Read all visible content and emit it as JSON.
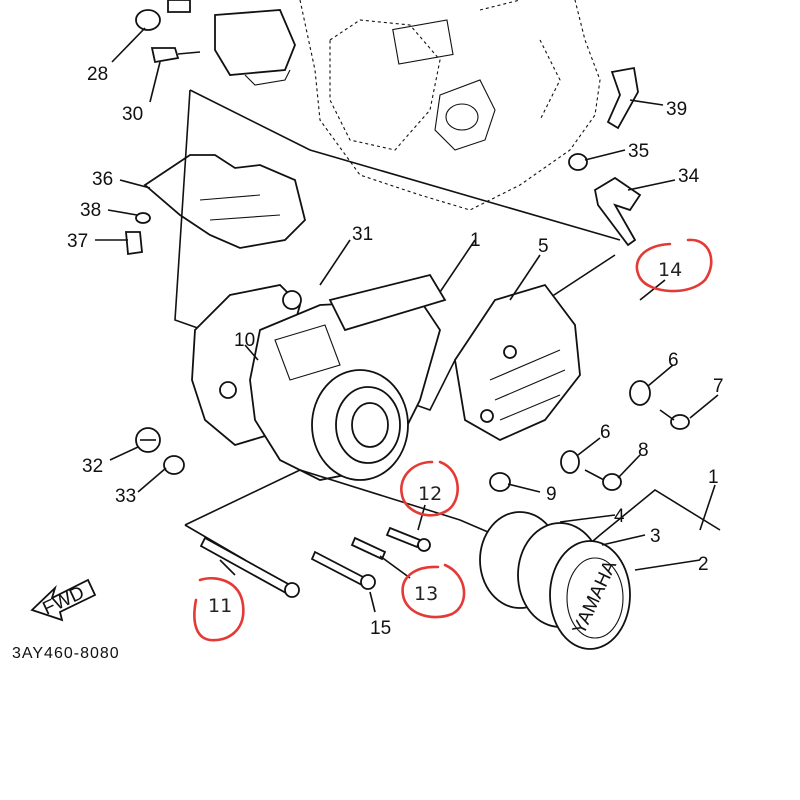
{
  "diagram": {
    "part_labels": {
      "p28": "28",
      "p30": "30",
      "p39": "39",
      "p35": "35",
      "p34": "34",
      "p36": "36",
      "p38": "38",
      "p37": "37",
      "p31": "31",
      "p1a": "1",
      "p5": "5",
      "p10": "10",
      "p6a": "6",
      "p7": "7",
      "p6b": "6",
      "p8": "8",
      "p32": "32",
      "p33": "33",
      "p9": "9",
      "p4": "4",
      "p1b": "1",
      "p3": "3",
      "p2": "2",
      "p15": "15"
    },
    "highlighted": {
      "p14": "14",
      "p12": "12",
      "p13": "13",
      "p11": "11"
    },
    "diagram_code": "3AY460-8080",
    "fwd_label": "FWD",
    "cover_logo": "YAMAHA",
    "highlight_color": "#e53935",
    "line_color": "#111111"
  }
}
